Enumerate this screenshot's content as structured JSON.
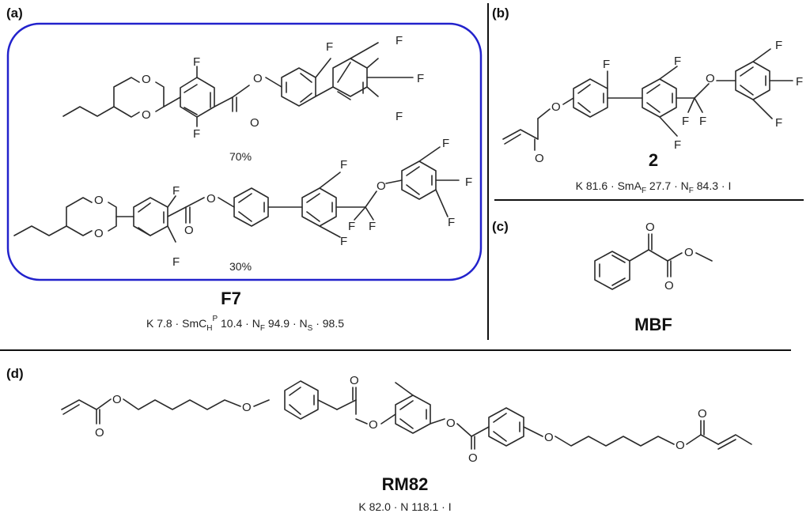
{
  "panels": {
    "a": "(a)",
    "b": "(b)",
    "c": "(c)",
    "d": "(d)"
  },
  "atoms": {
    "O": "O",
    "F": "F"
  },
  "f7": {
    "name": "F7",
    "percent_top": "70%",
    "percent_bottom": "30%",
    "phase": {
      "k": "K  7.8 · SmC",
      "k_sub": "H",
      "k_sup": "P",
      "mid": " 10.4 · N",
      "mid_sub": "F",
      "mid2": " 94.9 · N",
      "mid2_sub": "S",
      "end": " · 98.5"
    },
    "frame_color": "#2222cc"
  },
  "c2": {
    "name": "2",
    "phase": {
      "a": "K  81.6 · SmA",
      "a_sub": "F",
      "b": " 27.7 · N",
      "b_sub": "F",
      "c": " 84.3 · I"
    }
  },
  "mbf": {
    "name": "MBF"
  },
  "rm82": {
    "name": "RM82",
    "phase": "K  82.0 · N  118.1 · I"
  }
}
